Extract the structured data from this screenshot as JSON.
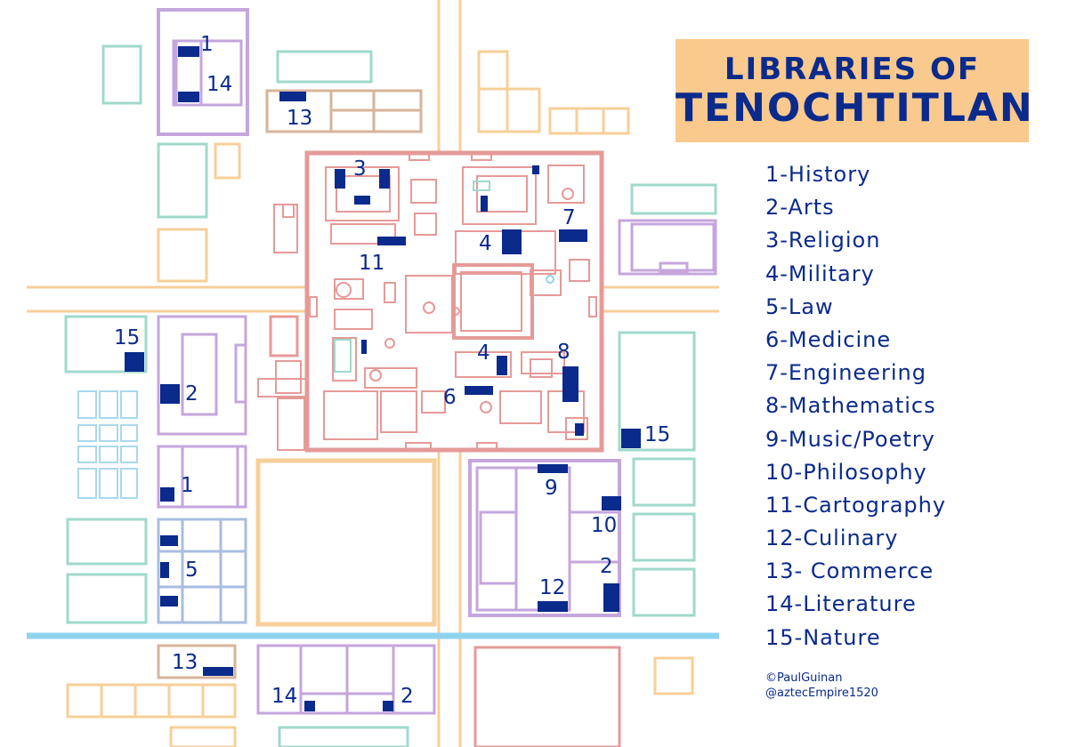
{
  "title": {
    "line1": "LIBRARIES OF",
    "line2": "TENOCHTITLAN"
  },
  "legend": [
    "1-History",
    "2-Arts",
    "3-Religion",
    "4-Military",
    "5-Law",
    "6-Medicine",
    "7-Engineering",
    "8-Mathematics",
    "9-Music/Poetry",
    "10-Philosophy",
    "11-Cartography",
    "12-Culinary",
    "13- Commerce",
    "14-Literature",
    "15-Nature"
  ],
  "credits": {
    "line1": "©PaulGuinan",
    "line2": "@aztecEmpire1520"
  },
  "map_labels": {
    "l1a": "1",
    "l14a": "14",
    "l13a": "13",
    "l3": "3",
    "l7": "7",
    "l11": "11",
    "l4a": "4",
    "l4b": "4",
    "l8": "8",
    "l6": "6",
    "l15a": "15",
    "l15b": "15",
    "l2a": "2",
    "l1b": "1",
    "l5": "5",
    "l9": "9",
    "l10": "10",
    "l2b": "2",
    "l12": "12",
    "l13b": "13",
    "l14b": "14",
    "l2c": "2"
  },
  "colors": {
    "marker": "#0a2a8c",
    "label": "#0a2a8c",
    "road": "#f7cf98",
    "water": "#8ed3ee",
    "district_purple": "#c4a6dc",
    "district_teal": "#9fd9cc",
    "district_orange": "#f7cf98",
    "palace": "#e59a98",
    "blue_district": "#a8bde0",
    "brown": "#d6b49a",
    "title_bg": "#f9c98e"
  }
}
